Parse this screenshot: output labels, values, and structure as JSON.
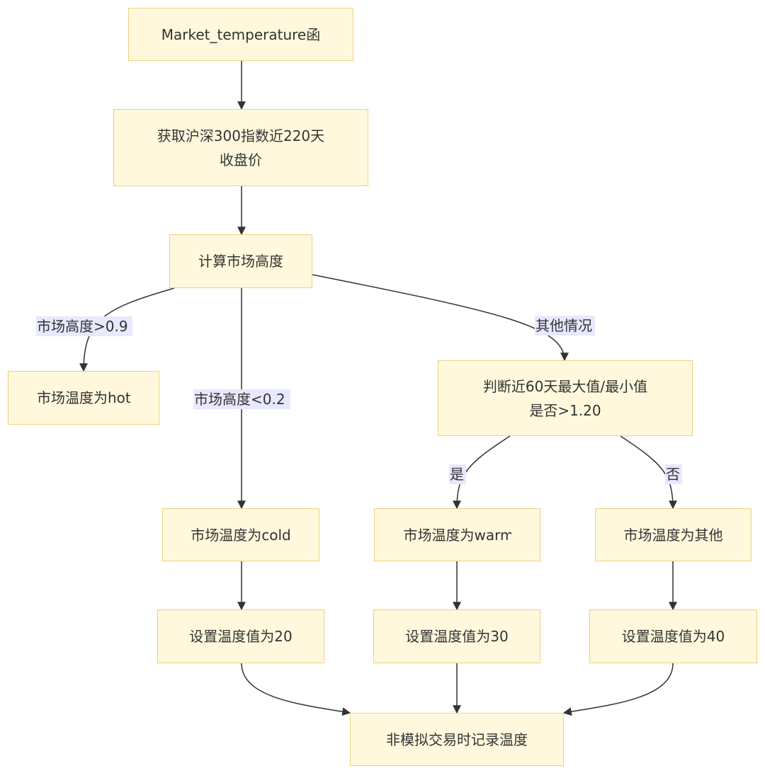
{
  "colors": {
    "node_fill": "#fff8dc",
    "node_border": "#f0d080",
    "edge": "#333333",
    "edge_label_bg": "#e8e8ff",
    "text": "#333333"
  },
  "nodes": {
    "start": {
      "lines": [
        "Market_temperature函"
      ]
    },
    "fetch": {
      "lines": [
        "获取沪深300指数近220天",
        "收盘价"
      ]
    },
    "calc": {
      "lines": [
        "计算市场高度"
      ]
    },
    "hot": {
      "lines": [
        "市场温度为hot"
      ]
    },
    "judge": {
      "lines": [
        "判断近60天最大值/最小值",
        "是否>1.20"
      ]
    },
    "cold": {
      "lines": [
        "市场温度为cold"
      ]
    },
    "warm": {
      "lines": [
        "市场温度为warm"
      ]
    },
    "other": {
      "lines": [
        "市场温度为其他"
      ]
    },
    "set20": {
      "lines": [
        "设置温度值为20"
      ]
    },
    "set30": {
      "lines": [
        "设置温度值为30"
      ]
    },
    "set40": {
      "lines": [
        "设置温度值为40"
      ]
    },
    "record": {
      "lines": [
        "非模拟交易时记录温度"
      ]
    }
  },
  "edge_labels": {
    "gt09": "市场高度>0.9",
    "lt02": "市场高度<0.2",
    "else": "其他情况",
    "yes": "是",
    "no": "否"
  }
}
